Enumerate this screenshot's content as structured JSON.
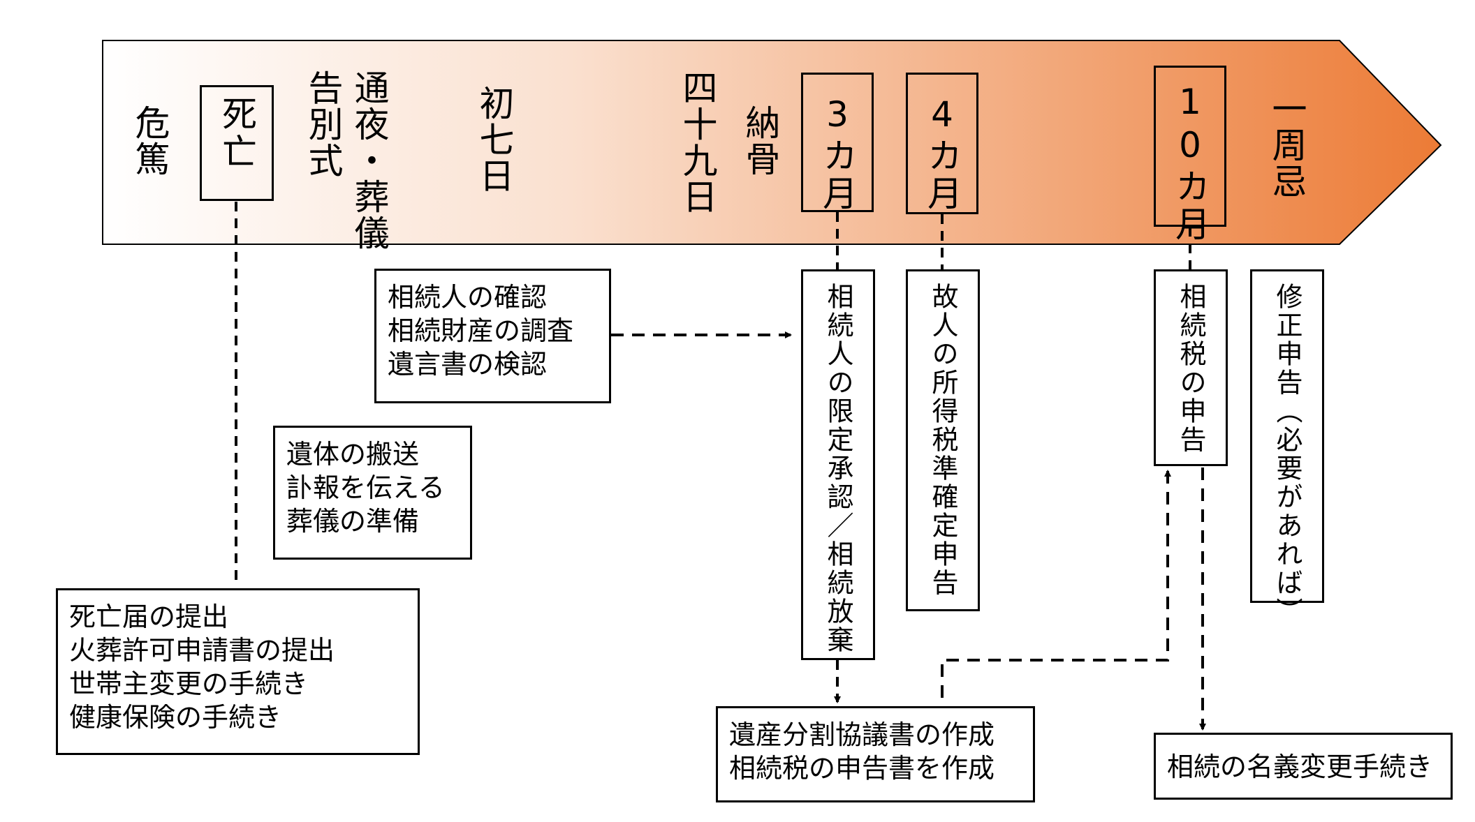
{
  "colors": {
    "arrow_start": "#ffffff",
    "arrow_end": "#ec7b36",
    "line": "#000000"
  },
  "timeline": {
    "kitoku": "危篤",
    "shibou": "死亡",
    "tsuya_sougi": "通夜・葬儀",
    "kokubetsushiki": "告別式",
    "shonanoka": "初七日",
    "shijuukunichi": "四十九日",
    "noukotsu": "納骨",
    "month3": "3カ月",
    "month4": "4カ月",
    "month10": "10カ月",
    "isshuuki": "一周忌"
  },
  "boxes": {
    "shibou_tasks": [
      "死亡届の提出",
      "火葬許可申請書の提出",
      "世帯主変更の手続き",
      "健康保険の手続き"
    ],
    "sougi_tasks": [
      "遺体の搬送",
      "訃報を伝える",
      "葬儀の準備"
    ],
    "shonanoka_tasks": [
      "相続人の確認",
      "相続財産の調査",
      "遺言書の検認"
    ],
    "month3_task": "相続人の限定承認／相続放棄",
    "month4_task": "故人の所得税準確定申告",
    "month10_task": "相続税の申告",
    "isshuuki_task": "修正申告（必要があれば）",
    "bunkatsu_tasks": [
      "遺産分割協議書の作成",
      "相続税の申告書を作成"
    ],
    "meigi_task": "相続の名義変更手続き"
  }
}
